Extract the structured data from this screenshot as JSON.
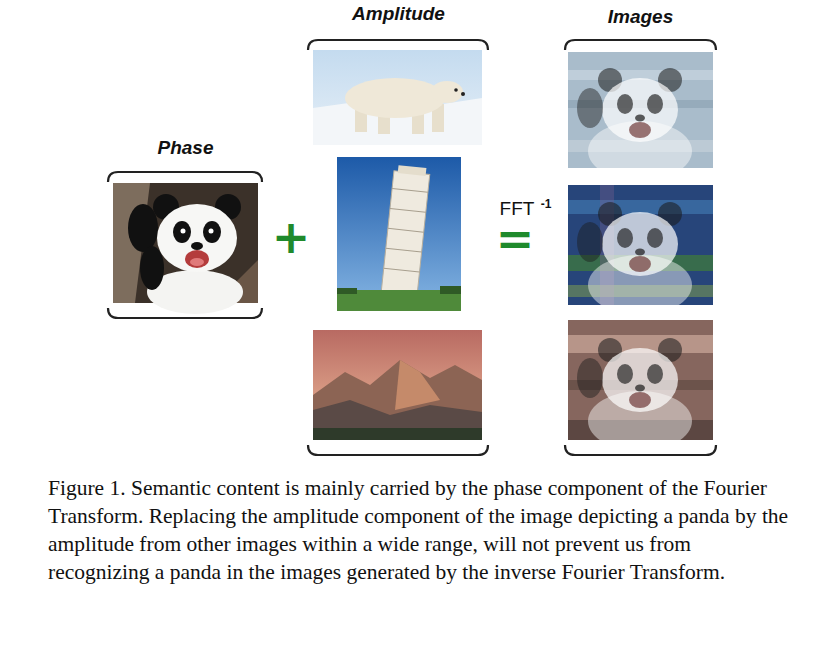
{
  "diagram": {
    "caption": "Figure 1. Semantic content is mainly carried by the phase component of the Fourier Transform. Replacing the amplitude component of the image depicting a panda by the amplitude from other images within a wide range, will not prevent us from recognizing a panda in the images generated by the inverse Fourier Transform.",
    "nodes": [
      {
        "text": [
          "Phase"
        ]
      },
      {
        "text": [
          "Amplitude"
        ]
      },
      {
        "text": [
          "Images"
        ]
      }
    ],
    "labels": [
      "+",
      "FFT",
      "-1",
      "="
    ]
  }
}
